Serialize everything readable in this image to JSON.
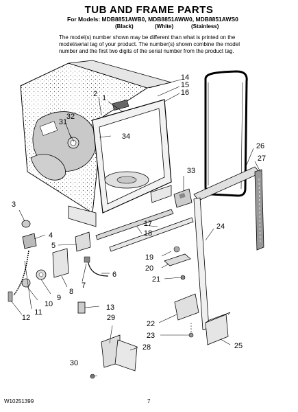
{
  "header": {
    "title": "TUB AND FRAME PARTS",
    "models_line": "For Models: MDB8851AWB0, MDB8851AWW0, MDB8851AWS0",
    "color_black": "(Black)",
    "color_white": "(White)",
    "color_stainless": "(Stainless)",
    "note": "The model(s) number shown may be different than what is printed on the model/serial tag of your product. The number(s) shown combine the model number and the first two digits of the serial number from the product tag."
  },
  "callouts": [
    "1",
    "2",
    "3",
    "4",
    "5",
    "6",
    "7",
    "8",
    "9",
    "10",
    "11",
    "12",
    "13",
    "14",
    "15",
    "16",
    "17",
    "18",
    "19",
    "20",
    "21",
    "22",
    "23",
    "24",
    "25",
    "26",
    "27",
    "28",
    "29",
    "30",
    "31",
    "32",
    "33",
    "34"
  ],
  "footer": {
    "doc_number": "W10251399",
    "page_number": "7"
  }
}
